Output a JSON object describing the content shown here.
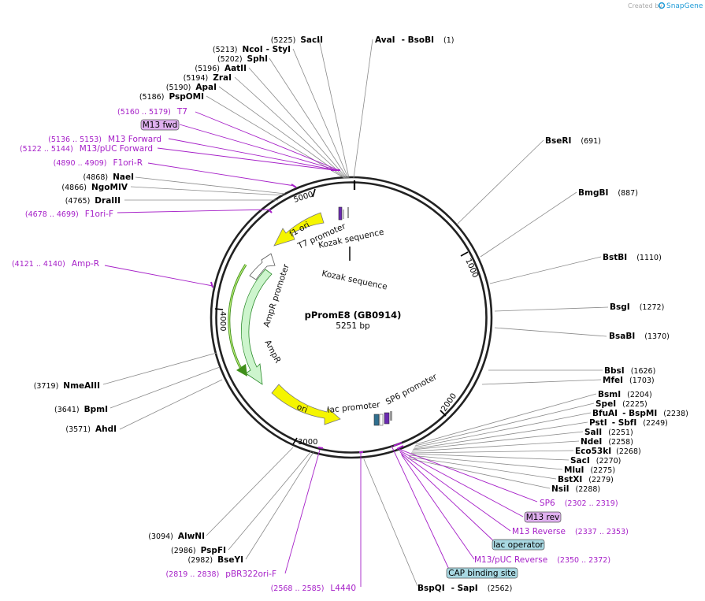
{
  "credit": {
    "created_by": "Created by",
    "brand": "SnapGene"
  },
  "plasmid": {
    "name": "pPromE8  (GB0914)",
    "length": "5251 bp"
  },
  "ticks": [
    "1000",
    "2000",
    "3000",
    "4000",
    "5000"
  ],
  "enzymes": [
    {
      "name": "SacII",
      "pos": "(5225)"
    },
    {
      "name": "NcoI",
      "pos": "(5213)",
      "extra": "StyI"
    },
    {
      "name": "SphI",
      "pos": "(5202)"
    },
    {
      "name": "AatII",
      "pos": "(5196)"
    },
    {
      "name": "ZraI",
      "pos": "(5194)"
    },
    {
      "name": "ApaI",
      "pos": "(5190)"
    },
    {
      "name": "PspOMI",
      "pos": "(5186)"
    },
    {
      "name": "AvaI",
      "pos": "(1)",
      "extra": "BsoBI"
    },
    {
      "name": "BseRI",
      "pos": "(691)"
    },
    {
      "name": "BmgBI",
      "pos": "(887)"
    },
    {
      "name": "BstBI",
      "pos": "(1110)"
    },
    {
      "name": "BsgI",
      "pos": "(1272)"
    },
    {
      "name": "BsaBI",
      "pos": "(1370)"
    },
    {
      "name": "BbsI",
      "pos": "(1626)"
    },
    {
      "name": "MfeI",
      "pos": "(1703)"
    },
    {
      "name": "BsmI",
      "pos": "(2204)"
    },
    {
      "name": "SpeI",
      "pos": "(2225)"
    },
    {
      "name": "BfuAI",
      "pos": "(2238)",
      "extra": "BspMI"
    },
    {
      "name": "PstI",
      "pos": "(2249)",
      "extra": "SbfI"
    },
    {
      "name": "SalI",
      "pos": "(2251)"
    },
    {
      "name": "NdeI",
      "pos": "(2258)"
    },
    {
      "name": "Eco53kI",
      "pos": "(2268)"
    },
    {
      "name": "SacI",
      "pos": "(2270)"
    },
    {
      "name": "MluI",
      "pos": "(2275)"
    },
    {
      "name": "BstXI",
      "pos": "(2279)"
    },
    {
      "name": "NsiI",
      "pos": "(2288)"
    },
    {
      "name": "BspQI",
      "pos": "(2562)",
      "extra": "SapI"
    },
    {
      "name": "NaeI",
      "pos": "(4868)"
    },
    {
      "name": "NgoMIV",
      "pos": "(4866)"
    },
    {
      "name": "DraIII",
      "pos": "(4765)"
    },
    {
      "name": "NmeAIII",
      "pos": "(3719)"
    },
    {
      "name": "BpmI",
      "pos": "(3641)"
    },
    {
      "name": "AhdI",
      "pos": "(3571)"
    },
    {
      "name": "AlwNI",
      "pos": "(3094)"
    },
    {
      "name": "PspFI",
      "pos": "(2986)"
    },
    {
      "name": "BseYI",
      "pos": "(2982)"
    }
  ],
  "features_outer": [
    {
      "name": "T7",
      "pos": "(5160 .. 5179)"
    },
    {
      "name": "M13 fwd",
      "boxed": true
    },
    {
      "name": "M13 Forward",
      "pos": "(5136 .. 5153)"
    },
    {
      "name": "M13/pUC Forward",
      "pos": "(5122 .. 5144)"
    },
    {
      "name": "F1ori-R",
      "pos": "(4890 .. 4909)"
    },
    {
      "name": "F1ori-F",
      "pos": "(4678 .. 4699)"
    },
    {
      "name": "Amp-R",
      "pos": "(4121 .. 4140)"
    },
    {
      "name": "pBR322ori-F",
      "pos": "(2819 .. 2838)"
    },
    {
      "name": "L4440",
      "pos": "(2568 .. 2585)"
    },
    {
      "name": "SP6",
      "pos": "(2302 .. 2319)"
    },
    {
      "name": "M13 rev",
      "boxed": true
    },
    {
      "name": "M13 Reverse",
      "pos": "(2337 .. 2353)"
    },
    {
      "name": "lac operator",
      "boxed": true
    },
    {
      "name": "M13/pUC Reverse",
      "pos": "(2350 .. 2372)"
    },
    {
      "name": "CAP binding site",
      "boxed": true
    }
  ],
  "features_inner": [
    {
      "name": "f1 ori"
    },
    {
      "name": "T7 promoter"
    },
    {
      "name": "Kozak sequence"
    },
    {
      "name": "Kozak sequence"
    },
    {
      "name": "AmpR promoter"
    },
    {
      "name": "AmpR"
    },
    {
      "name": "ori"
    },
    {
      "name": "lac promoter"
    },
    {
      "name": "SP6 promoter"
    }
  ],
  "colors": {
    "feature_text": "#a620c8",
    "yellow_feature": "#f5f500",
    "ampr_fill": "#cdf5cd",
    "ampr_stroke": "#2a8a2a",
    "box_purple": "#dfb0ef",
    "box_teal": "#a8d8e2",
    "leader_grey": "#8a8a8a"
  }
}
